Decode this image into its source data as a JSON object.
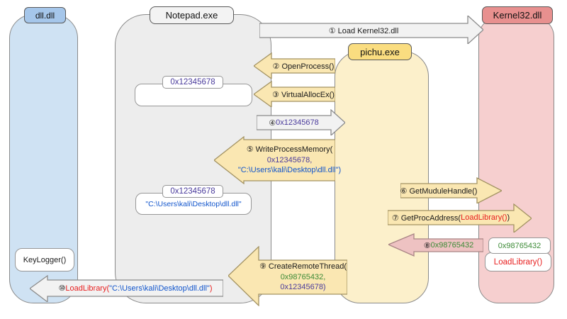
{
  "processes": {
    "dll": "dll.dll",
    "notepad": "Notepad.exe",
    "pichu": "pichu.exe",
    "kernel32": "Kernel32.dll"
  },
  "memory": {
    "alloc_tab_1": "0x12345678",
    "alloc_tab_2": "0x12345678",
    "alloc_content_2": "\"C:\\Users\\kali\\Desktop\\dll.dll\"",
    "keylogger": "KeyLogger()",
    "kernel32_addr": "0x98765432",
    "kernel32_func": "LoadLibrary()"
  },
  "arrows": {
    "a1": {
      "label": "① Load Kernel32.dll"
    },
    "a2": {
      "label": "② OpenProcess()"
    },
    "a3": {
      "label": "③ VirtualAllocEx()"
    },
    "a4": {
      "prefix": "④ ",
      "addr": "0x12345678"
    },
    "a5": {
      "line1": "⑤ WriteProcessMemory(",
      "line2": "0x12345678,",
      "line3": "\"C:\\Users\\kali\\Desktop\\dll.dll\")"
    },
    "a6": {
      "label": "⑥ GetMuduleHandle()"
    },
    "a7": {
      "prefix": "⑦ GetProcAddress(",
      "func": "LoadLibrary()",
      "suffix": ")"
    },
    "a8": {
      "prefix": "⑧ ",
      "addr": "0x98765432"
    },
    "a9": {
      "line1": "⑨ CreateRemoteThread(",
      "line2": "0x98765432,",
      "line3": "0x12345678)"
    },
    "a10": {
      "prefix": "⑩ ",
      "func": "LoadLibrary(",
      "path": "\"C:\\Users\\kali\\Desktop\\dll.dll\"",
      "suffix": ")"
    }
  },
  "colors": {
    "address_purple": "#4a3b9c",
    "path_blue": "#1155cc",
    "function_red": "#e81e1e",
    "handle_green": "#3d8b37",
    "dll_box": "#cfe2f3",
    "dll_tab": "#a5c6ea",
    "notepad_box": "#ededed",
    "pichu_box": "#fcf0cb",
    "pichu_tab": "#fadd80",
    "kernel32_box": "#f6cfcf",
    "kernel32_tab": "#e8908f"
  }
}
